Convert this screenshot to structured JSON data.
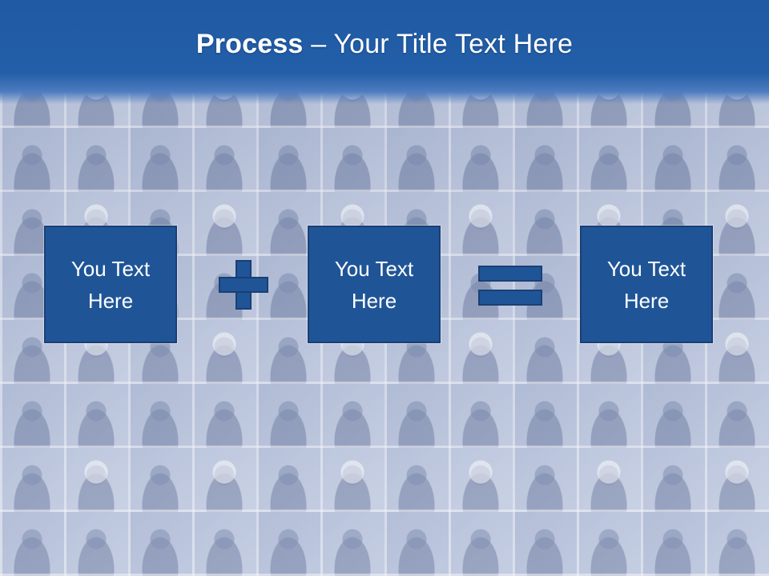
{
  "slide": {
    "title_bold": "Process",
    "title_rest": " – Your Title Text Here"
  },
  "boxes": [
    {
      "text": "You Text\nHere"
    },
    {
      "text": "You Text\nHere"
    },
    {
      "text": "You Text\nHere"
    }
  ],
  "operators": [
    "plus-icon",
    "equals-icon"
  ],
  "colors": {
    "title_bar": "#235ea8",
    "box_fill": "#1f5597",
    "box_border": "#1a3f74",
    "text": "#ffffff"
  }
}
